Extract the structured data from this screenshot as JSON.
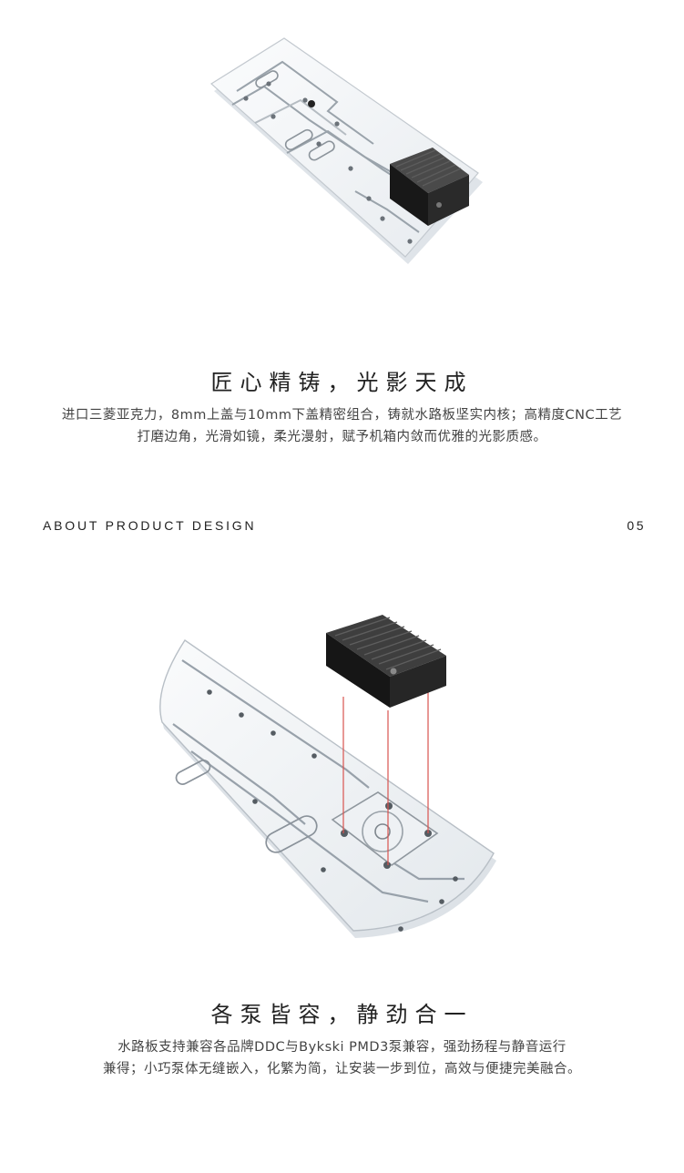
{
  "section1": {
    "title": "匠心精铸，光影天成",
    "desc_line1": "进口三菱亚克力，8mm上盖与10mm下盖精密组合，铸就水路板坚实内核；高精度CNC工艺",
    "desc_line2": "打磨边角，光滑如镜，柔光漫射，赋予机箱内敛而优雅的光影质感。"
  },
  "section_header": {
    "label": "ABOUT PRODUCT DESIGN",
    "number": "05"
  },
  "section2": {
    "title": "各泵皆容，静劲合一",
    "desc_line1": "水路板支持兼容各品牌DDC与Bykski PMD3泵兼容，强劲扬程与静音运行",
    "desc_line2": "兼得；小巧泵体无缝嵌入，化繁为简，让安装一步到位，高效与便捷完美融合。"
  },
  "colors": {
    "accent_line": "#d9534f",
    "pump_body": "#1e1e1e"
  }
}
